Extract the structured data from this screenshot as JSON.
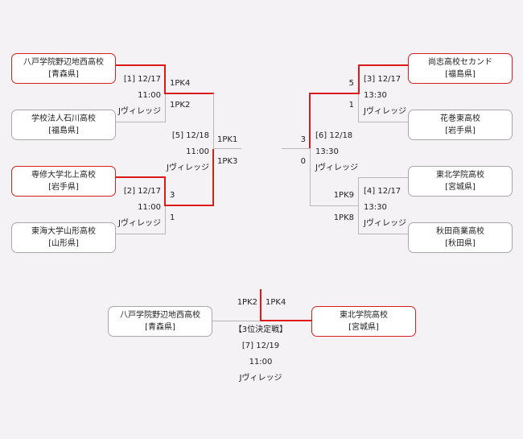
{
  "teams": {
    "hachinohe": {
      "name": "八戸学院野辺地西高校",
      "pref": "[青森県]"
    },
    "ishikawa": {
      "name": "学校法人石川高校",
      "pref": "[福島県]"
    },
    "senshu": {
      "name": "専修大学北上高校",
      "pref": "[岩手県]"
    },
    "tokai": {
      "name": "東海大学山形高校",
      "pref": "[山形県]"
    },
    "shoshi": {
      "name": "尚志高校セカンド",
      "pref": "[福島県]"
    },
    "hanamaki": {
      "name": "花巻東高校",
      "pref": "[岩手県]"
    },
    "tohoku": {
      "name": "東北学院高校",
      "pref": "[宮城県]"
    },
    "akita": {
      "name": "秋田商業高校",
      "pref": "[秋田県]"
    }
  },
  "matches": {
    "m1": {
      "label": "[1] 12/17",
      "time": "11:00",
      "venue": "Jヴィレッジ",
      "score_a": "1PK4",
      "score_b": "1PK2"
    },
    "m2": {
      "label": "[2] 12/17",
      "time": "11:00",
      "venue": "Jヴィレッジ",
      "score_a": "3",
      "score_b": "1"
    },
    "m3": {
      "label": "[3] 12/17",
      "time": "13:30",
      "venue": "Jヴィレッジ",
      "score_a": "5",
      "score_b": "1"
    },
    "m4": {
      "label": "[4] 12/17",
      "time": "13:30",
      "venue": "Jヴィレッジ",
      "score_a": "1PK9",
      "score_b": "1PK8"
    },
    "m5": {
      "label": "[5] 12/18",
      "time": "11:00",
      "venue": "Jヴィレッジ",
      "score_a": "1PK1",
      "score_b": "1PK3"
    },
    "m6": {
      "label": "[6] 12/18",
      "time": "13:30",
      "venue": "Jヴィレッジ",
      "score_a": "3",
      "score_b": "0"
    },
    "m7": {
      "title": "【3位決定戦】",
      "label": "[7] 12/19",
      "time": "11:00",
      "venue": "Jヴィレッジ",
      "score_a": "1PK2",
      "score_b": "1PK4"
    }
  }
}
